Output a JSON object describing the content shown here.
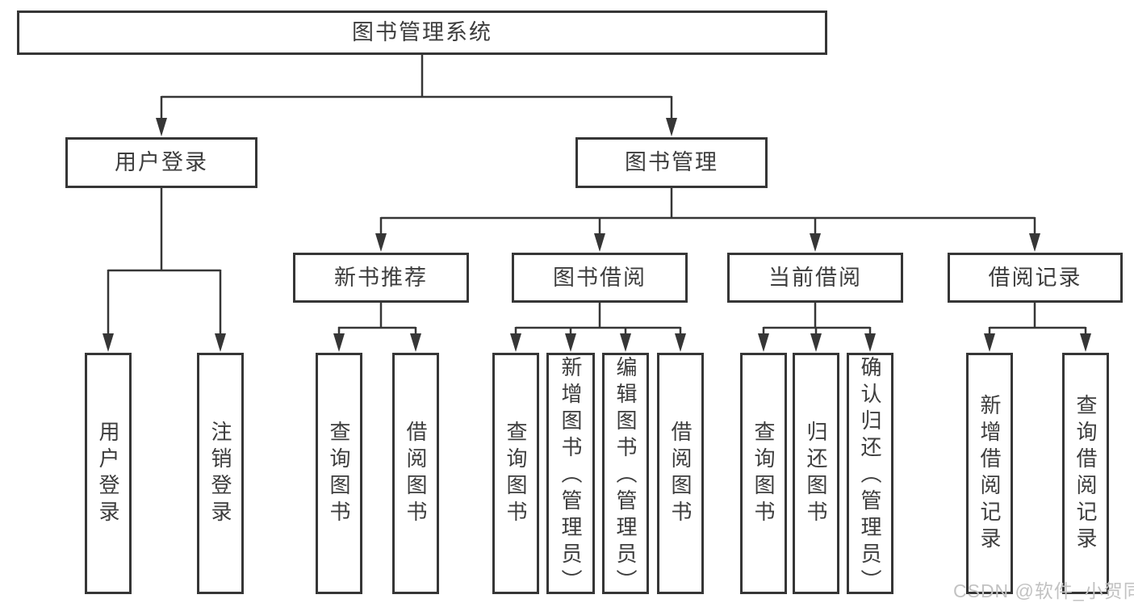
{
  "diagram_title": "图书管理系统",
  "nodes": {
    "root": "图书管理系统",
    "level2": [
      "用户登录",
      "图书管理"
    ],
    "level3": [
      "新书推荐",
      "图书借阅",
      "当前借阅",
      "借阅记录"
    ],
    "leaves": {
      "user_login": [
        "用户登录",
        "注销登录"
      ],
      "new_book_recommend": [
        "查询图书",
        "借阅图书"
      ],
      "book_borrowing": [
        "查询图书",
        "新增图书（管理员）",
        "编辑图书（管理员）",
        "借阅图书"
      ],
      "current_borrowing": [
        "查询图书",
        "归还图书",
        "确认归还（管理员）"
      ],
      "borrowing_records": [
        "新增借阅记录",
        "查询借阅记录"
      ]
    }
  },
  "watermark": {
    "text": "CSDN @软件_小贺同学",
    "color": "#c2c2c2"
  },
  "colors": {
    "line": "#363636",
    "box_border": "#363636",
    "box_fill": "#ffffff",
    "text": "#3d3d3d",
    "background": "#ffffff"
  }
}
